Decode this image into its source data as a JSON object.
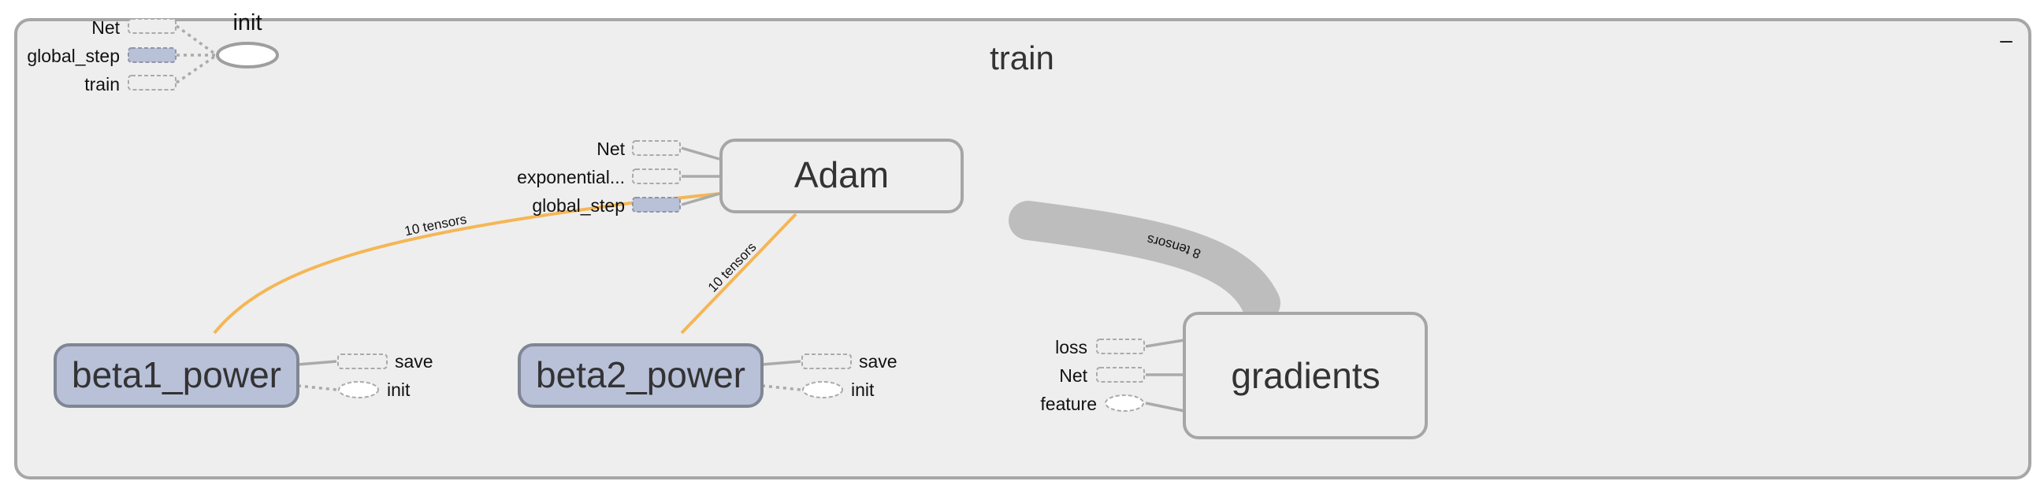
{
  "graph": {
    "title": "train",
    "collapse_control": "–",
    "init_group": {
      "node_label": "init",
      "inputs": [
        "Net",
        "global_step",
        "train"
      ]
    },
    "adam": {
      "label": "Adam",
      "inputs": [
        "Net",
        "exponential...",
        "global_step"
      ]
    },
    "beta1": {
      "label": "beta1_power",
      "outputs": [
        "save",
        "init"
      ]
    },
    "beta2": {
      "label": "beta2_power",
      "outputs": [
        "save",
        "init"
      ]
    },
    "gradients": {
      "label": "gradients",
      "inputs": [
        "loss",
        "Net",
        "feature"
      ]
    },
    "edges": {
      "beta1_to_adam": "10 tensors",
      "beta2_to_adam": "10 tensors",
      "gradients_to_adam": "8 tensors"
    },
    "colors": {
      "panel_bg": "#eeeeee",
      "panel_border": "#a6a6a6",
      "variable_fill": "#b9c1d9",
      "variable_border": "#7f8694",
      "ref_edge": "#f5b655",
      "thick_edge": "#bdbdbd"
    }
  }
}
